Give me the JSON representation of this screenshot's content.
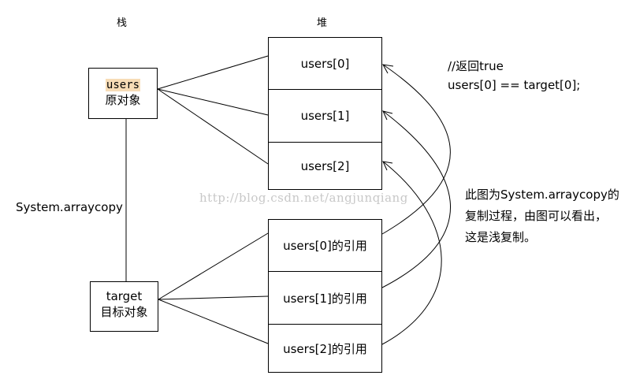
{
  "labels": {
    "stack": "栈",
    "heap": "堆",
    "arraycopy": "System.arraycopy"
  },
  "users_box": {
    "code": "users",
    "caption": "原对象"
  },
  "target_box": {
    "name": "target",
    "caption": "目标对象"
  },
  "heap_original": [
    {
      "label": "users[0]"
    },
    {
      "label": "users[1]"
    },
    {
      "label": "users[2]"
    }
  ],
  "heap_refs": [
    {
      "label": "users[0]的引用"
    },
    {
      "label": "users[1]的引用"
    },
    {
      "label": "users[2]的引用"
    }
  ],
  "note_top": {
    "line1": "//返回true",
    "line2": "users[0] == target[0];"
  },
  "note_right": {
    "line1": "此图为System.arraycopy的",
    "line2": "复制过程，由图可以看出，",
    "line3": "这是浅复制。"
  },
  "watermark": "http://blog.csdn.net/angjunqiang"
}
